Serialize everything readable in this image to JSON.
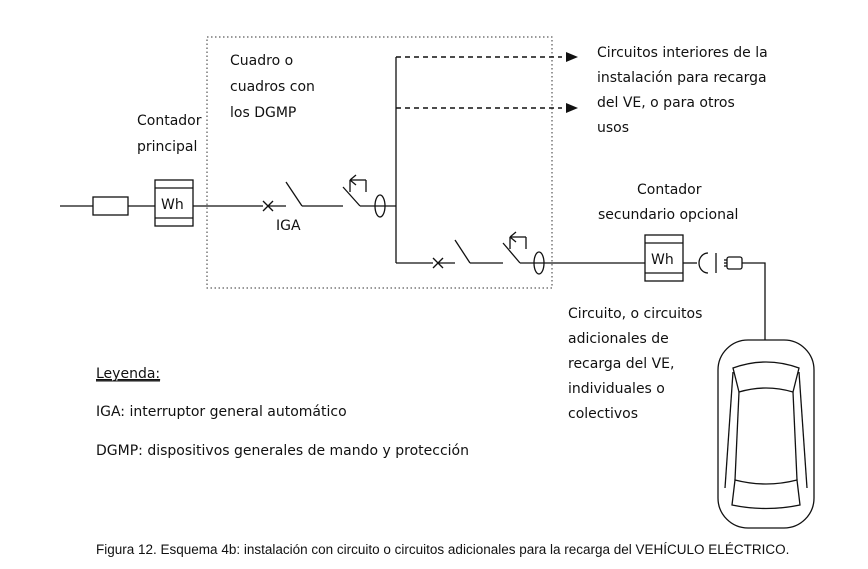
{
  "labels": {
    "cuadro": [
      "Cuadro o",
      "cuadros con",
      "los DGMP"
    ],
    "contador_principal": [
      "Contador",
      "principal"
    ],
    "circuitos_interiores": [
      "Circuitos interiores de la",
      "instalación para recarga",
      "del VE, o para otros",
      "usos"
    ],
    "contador_secundario": [
      "Contador",
      "secundario opcional"
    ],
    "iga": "IGA",
    "wh_main": "Wh",
    "wh_secondary": "Wh",
    "circuito_adicional": [
      "Circuito, o circuitos",
      "adicionales de",
      "recarga del VE,",
      "individuales o",
      "colectivos"
    ]
  },
  "legend": {
    "title": "Leyenda:",
    "items": [
      "IGA: interruptor general automático",
      "DGMP: dispositivos generales de mando y protección"
    ]
  },
  "caption": "Figura 12. Esquema 4b: instalación con circuito o circuitos adicionales para la recarga del VEHÍCULO ELÉCTRICO."
}
